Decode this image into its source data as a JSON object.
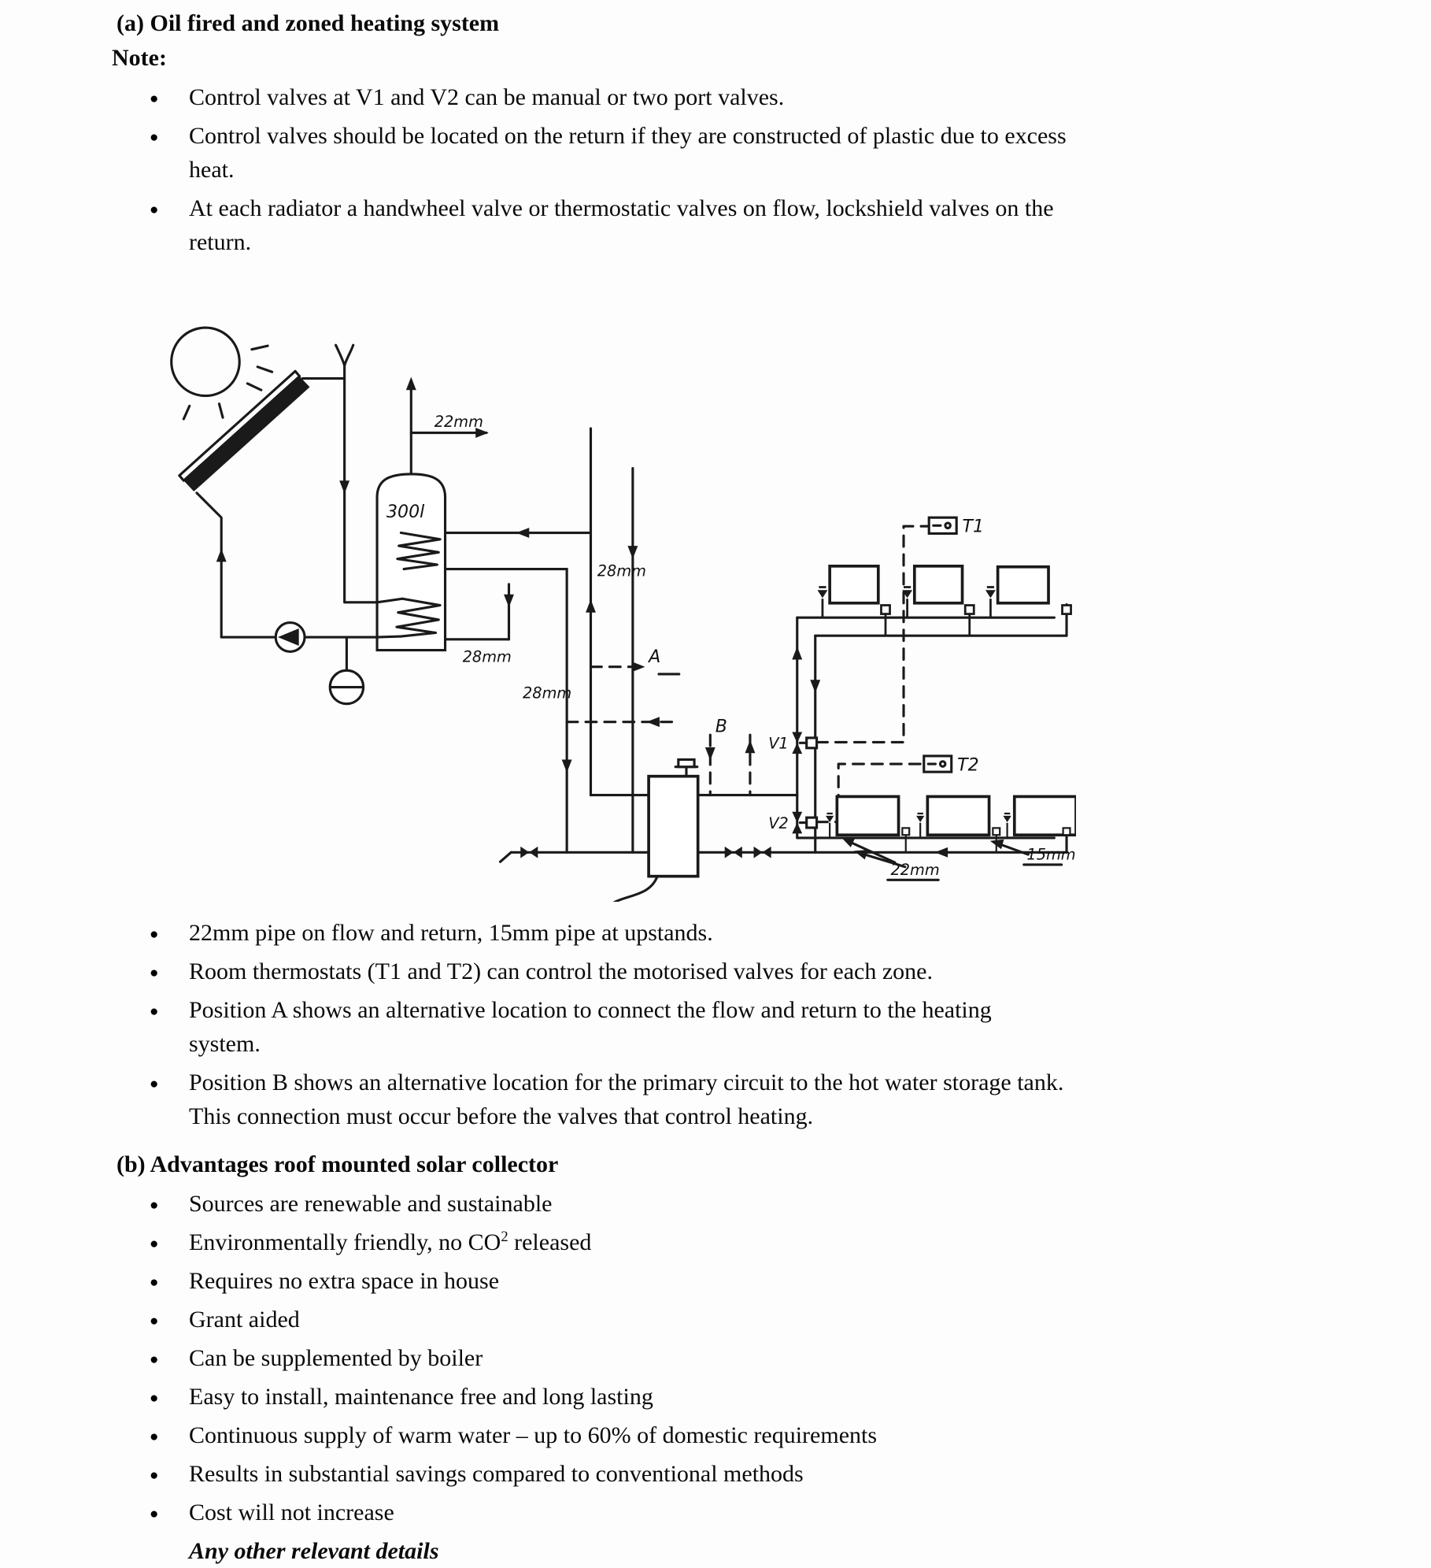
{
  "section_a": {
    "heading": "(a) Oil fired and zoned heating system",
    "note_label": "Note:",
    "bullets": [
      "Control valves at V1 and V2 can be manual or two port valves.",
      "Control valves should be located on the return if they are constructed of plastic due to excess\nheat.",
      "At each radiator a handwheel valve or thermostatic valves on flow, lockshield valves on the\nreturn."
    ]
  },
  "diagram": {
    "labels": {
      "vent_pipe_size": "22mm",
      "cylinder_capacity": "300l",
      "primary_size_1": "28mm",
      "primary_size_2": "28mm",
      "primary_size_3": "28mm",
      "position_a": "A",
      "position_b": "B",
      "valve_1": "V1",
      "valve_2": "V2",
      "thermostat_1": "T1",
      "thermostat_2": "T2",
      "main_size": "22mm",
      "upstand_size": "15mm"
    }
  },
  "section_a2": {
    "bullets": [
      "22mm pipe on flow and return, 15mm pipe at upstands.",
      "Room thermostats (T1 and T2) can control the motorised valves for each zone.",
      "Position A shows an alternative location to connect the flow and return to the heating\nsystem.",
      "Position B shows an alternative location for the primary circuit to the hot water storage tank.\nThis connection must occur before the valves that control heating."
    ]
  },
  "section_b": {
    "heading": "(b) Advantages roof mounted solar collector",
    "items": [
      "Sources are renewable and sustainable",
      "Requires no extra space in house",
      "Grant aided",
      "Can be supplemented by boiler",
      "Easy to install, maintenance free and long lasting",
      "Continuous supply of warm water – up to 60% of domestic requirements",
      "Results in substantial savings compared to conventional methods",
      "Cost will not increase"
    ],
    "co2_item": {
      "pre": "Environmentally friendly, no CO",
      "sup": "2",
      "post": " released"
    },
    "footer_note": "Any other relevant details"
  }
}
